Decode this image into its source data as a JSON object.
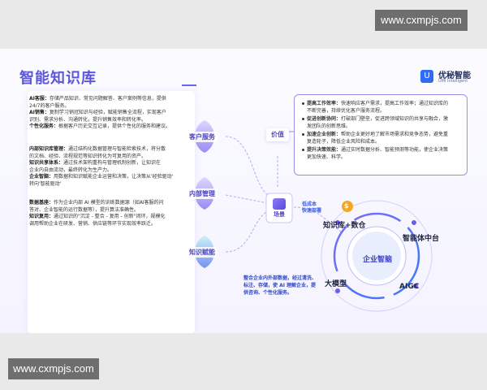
{
  "watermark_top": "www.cxmpjs.com",
  "watermark_bottom": "www.cxmpjs.com",
  "slide": {
    "title": "智能知识库",
    "logo": {
      "name": "优秘智能",
      "subtitle": "UMI Intelligent",
      "mark": "U"
    }
  },
  "left_panel": [
    {
      "key": "AI客服：",
      "text": "存储产品知识、常见问题解答、客户案例等信息，提供"
    },
    {
      "key": "",
      "text": "24/7的客户服务。"
    },
    {
      "key": "AI销售：",
      "text": "复制学习销冠知识与经验，赋能销售全流程，实现客户"
    },
    {
      "key": "",
      "text": "识别、需求分析、沟通转化，提升销售效率和转化率。"
    },
    {
      "key": "个性化服务：",
      "text": "根据客户历史交互记录，提供个性化的服务和建议。"
    },
    {
      "key": "内部知识库管理：",
      "text": "通过结构化数据管理与智能检索技术，将分散"
    },
    {
      "key": "",
      "text": "的文档、经验、流程规范等知识转化为可复用的资产。"
    },
    {
      "key": "知识共享体系：",
      "text": "通过技术架构重构与管理机制创新，让知识在"
    },
    {
      "key": "",
      "text": "企业内自由流动，最终转化为生产力。"
    },
    {
      "key": "企业智脑：",
      "text": "用数据和知识赋能企业运营和决策，让决策从'经验驱动'"
    },
    {
      "key": "",
      "text": "转向'智能驱动'"
    },
    {
      "key": "数据基座：",
      "text": "作为企业内部 AI 模型的训练数据源（如AI客服的问"
    },
    {
      "key": "",
      "text": "答对、企业智能的运行数据等），提升算法准确性。"
    },
    {
      "key": "知识复用：",
      "text": "通过知识的\"沉淀 - 整合 - 复用 - 创新\"闭环，规模化"
    },
    {
      "key": "",
      "text": "调用帮助企业在研发、营销、供应链等环节实现效率跃迁。"
    }
  ],
  "leaves": [
    "客户服务",
    "内部管理",
    "知识赋能"
  ],
  "center_node": "场景",
  "value_node": "价值",
  "right_box": [
    {
      "key": "提高工作效率：",
      "text": "快速响应客户需求，提高工作效率；通过知识库的"
    },
    {
      "key": "",
      "text": "不断完善，持续优化客户服务流程。"
    },
    {
      "key": "促进创新协同：",
      "text": "打破部门壁垒，促进跨领域知识的共享与融合，激"
    },
    {
      "key": "",
      "text": "发团队的创新思维。"
    },
    {
      "key": "加速企业创新：",
      "text": "帮助企业更好地了解市场需求和竞争态势，避免重"
    },
    {
      "key": "",
      "text": "复造轮子，降低企业风险和成本。"
    },
    {
      "key": "提升决策效能：",
      "text": "通过实时数据分析、智能预测等功能，使企业决策"
    },
    {
      "key": "",
      "text": "更加快速、科学。"
    }
  ],
  "cost_label": [
    "低成本",
    "快速部署"
  ],
  "cost_icon": "$",
  "ring_labels": {
    "top_left": "知识库+数仓",
    "top_right": "智能体中台",
    "bottom_left": "大模型",
    "bottom_right": "AIGC",
    "center": "企业智脑"
  },
  "bottom_desc": "整合企业内外部数据，经过清洗、标注、存储，使 AI 理解企业，提供咨询、个性化服务。",
  "colors": {
    "accent": "#5b57d8",
    "ring": "#3c3fd0",
    "cost": "#f5a623"
  }
}
